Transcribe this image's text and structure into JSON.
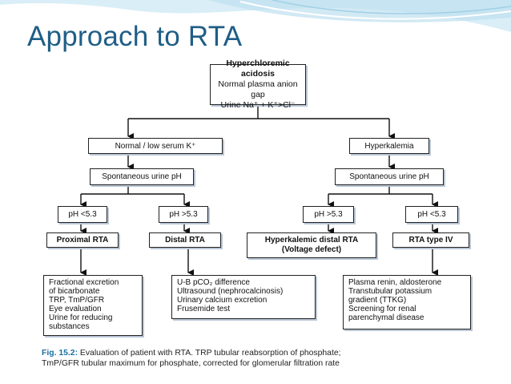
{
  "slide": {
    "title": "Approach to RTA"
  },
  "flowchart": {
    "root": {
      "line1": "Hyperchloremic acidosis",
      "line2": "Normal plasma anion gap",
      "line3": "Urine Na⁺ + K⁺>Cl⁻"
    },
    "left": {
      "condition": "Normal / low serum K⁺",
      "urine_ph": "Spontaneous urine pH",
      "ph_low": "pH <5.3",
      "ph_high": "pH >5.3",
      "proximal": "Proximal RTA",
      "distal": "Distal RTA",
      "proximal_tests": [
        "Fractional excretion",
        "of bicarbonate",
        "TRP, TmP/GFR",
        "Eye evaluation",
        "Urine for reducing",
        "substances"
      ],
      "distal_tests": [
        "U-B pCO₂ difference",
        "Ultrasound (nephrocalcinosis)",
        "Urinary calcium excretion",
        "Frusemide test"
      ]
    },
    "right": {
      "condition": "Hyperkalemia",
      "urine_ph": "Spontaneous urine pH",
      "ph_high": "pH >5.3",
      "ph_low": "pH <5.3",
      "hyperkalemic_line1": "Hyperkalemic distal RTA",
      "hyperkalemic_line2": "(Voltage defect)",
      "type4": "RTA type IV",
      "type4_tests": [
        "Plasma renin, aldosterone",
        "Transtubular potassium",
        "gradient (TTKG)",
        "Screening for renal",
        "parenchymal disease"
      ]
    }
  },
  "caption": {
    "label": "Fig. 15.2:",
    "line1": " Evaluation of patient with RTA. TRP  tubular reabsorption of phosphate;",
    "line2": "TmP/GFR tubular maximum for phosphate, corrected for glomerular filtration rate"
  },
  "colors": {
    "title": "#1f5e86",
    "wave": "#cfe7f3",
    "caption_label": "#1b6fa3"
  }
}
